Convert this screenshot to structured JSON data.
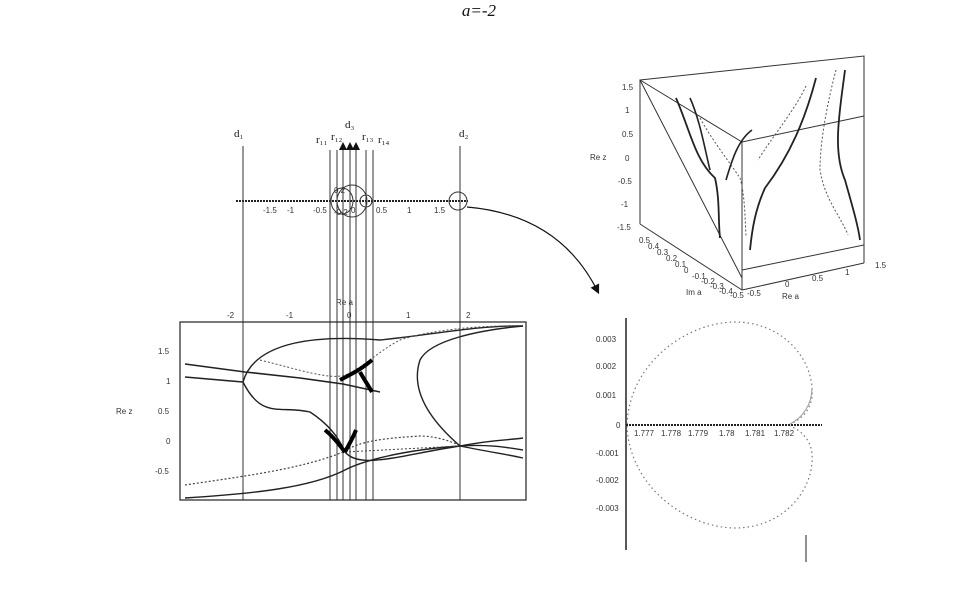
{
  "title": "a=-2",
  "top_axis": {
    "ticks": [
      "-1.5",
      "-1",
      "-0.5",
      "0",
      "0.5",
      "1",
      "1.5"
    ],
    "inset_ticks": [
      "0.2",
      "-0.2"
    ]
  },
  "root_labels": {
    "left_d": "d₁",
    "right_d": "d₂",
    "center_d": "d₃",
    "r": [
      "r₁₁",
      "r₁₂",
      "r₁₃",
      "r₁₄"
    ]
  },
  "bifurcation_plot": {
    "xlabel": "Re a",
    "ylabel": "Re z",
    "xticks": [
      "-2",
      "-1",
      "0",
      "1",
      "2"
    ],
    "yticks": [
      "1.5",
      "1",
      "0.5",
      "0",
      "-0.5"
    ]
  },
  "plot3d": {
    "zlabel": "Re z",
    "xlabel": "Im a",
    "ylabel": "Re a",
    "zticks": [
      "1.5",
      "1",
      "0.5",
      "0",
      "-0.5",
      "-1",
      "-1.5"
    ],
    "xticks": [
      "0.5",
      "0.4",
      "0.3",
      "0.2",
      "0.1",
      "0",
      "-0.1",
      "-0.2",
      "-0.3",
      "-0.4",
      "-0.5"
    ],
    "yticks": [
      "-0.5",
      "0",
      "0.5",
      "1",
      "1.5"
    ]
  },
  "zoom_plot": {
    "xticks": [
      "1.777",
      "1.778",
      "1.779",
      "1.78",
      "1.781",
      "1.782"
    ],
    "yticks": [
      "0.003",
      "0.002",
      "0.001",
      "0",
      "-0.001",
      "-0.002",
      "-0.003"
    ]
  }
}
